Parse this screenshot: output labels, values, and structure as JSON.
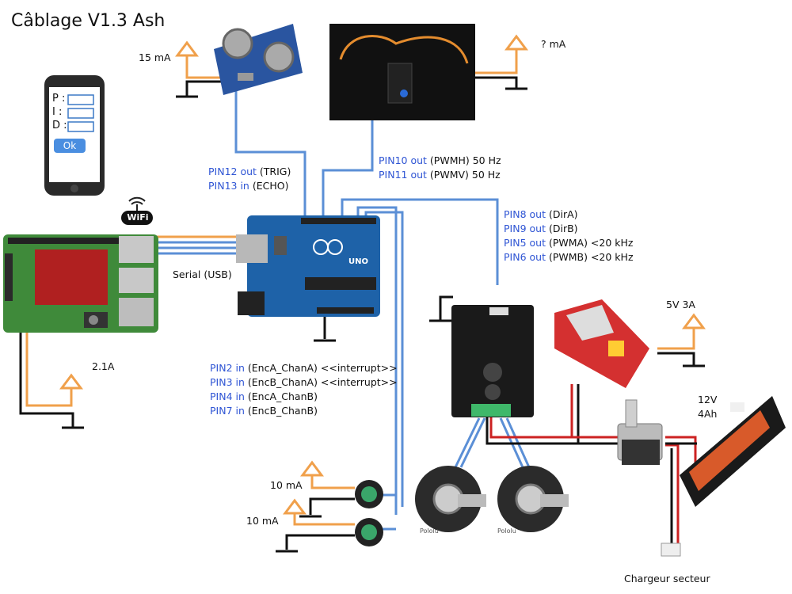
{
  "title": "Câblage V1.3 Ash",
  "phone": {
    "fields": [
      "P :",
      "I :",
      "D :"
    ],
    "button": "Ok"
  },
  "wifi_badge": "WiFi",
  "power_labels": {
    "ultrasonic": "15 mA",
    "servo": "? mA",
    "raspberry": "2.1A",
    "regulator": "5V 3A",
    "encoder1": "10 mA",
    "encoder2": "10 mA"
  },
  "serial_label": "Serial (USB)",
  "battery_label": [
    "12V",
    "4Ah"
  ],
  "charger_label": "Chargeur secteur",
  "ultrasonic_pins": [
    {
      "pin": "PIN12 out",
      "desc": "(TRIG)"
    },
    {
      "pin": "PIN13 in",
      "desc": "(ECHO)"
    }
  ],
  "servo_pins": [
    {
      "pin": "PIN10 out",
      "desc": "(PWMH) 50 Hz"
    },
    {
      "pin": "PIN11 out",
      "desc": "(PWMV) 50 Hz"
    }
  ],
  "motor_pins": [
    {
      "pin": "PIN8 out",
      "desc": "(DirA)"
    },
    {
      "pin": "PIN9 out",
      "desc": "(DirB)"
    },
    {
      "pin": "PIN5 out",
      "desc": "(PWMA) <20 kHz"
    },
    {
      "pin": "PIN6 out",
      "desc": "(PWMB) <20 kHz"
    }
  ],
  "encoder_pins": [
    {
      "pin": "PIN2 in",
      "desc": "(EncA_ChanA) <<interrupt>>"
    },
    {
      "pin": "PIN3 in",
      "desc": "(EncB_ChanA) <<interrupt>>"
    },
    {
      "pin": "PIN4 in",
      "desc": "(EncA_ChanB)"
    },
    {
      "pin": "PIN7 in",
      "desc": "(EncB_ChanB)"
    }
  ],
  "arduino_label": "UNO",
  "wheel_brand": "Pololu",
  "colors": {
    "power": "#f0a04b",
    "signal": "#5b8fd6",
    "ground": "#111111",
    "pin_text": "#2f55d4",
    "battery_wire": "#cc2222"
  }
}
